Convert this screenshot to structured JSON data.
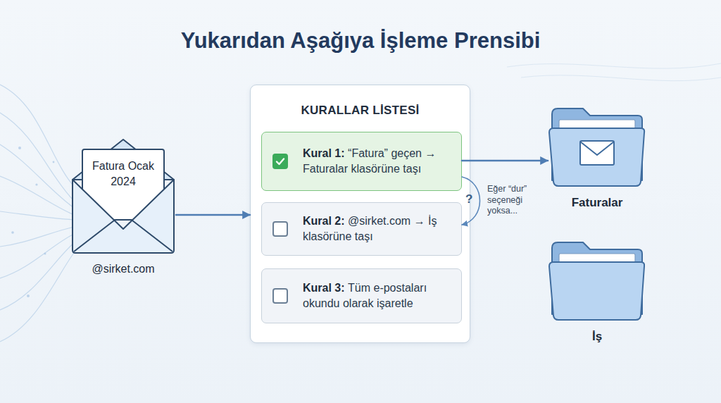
{
  "diagram": {
    "title": "Yukarıdan Aşağıya İşleme Prensibi",
    "nodes": [
      {
        "text": [
          "Fatura Ocak 2024",
          "@sirket.com"
        ]
      },
      {
        "text": [
          "KURALLAR LİSTESİ"
        ]
      },
      {
        "text": [
          "Kural 1:",
          "“Fatura” geçen → Faturalar klasörüne taşı"
        ],
        "in": 1
      },
      {
        "text": [
          "Kural 2:",
          "@sirket.com → İş klasörüne taşı"
        ],
        "in": 1
      },
      {
        "text": [
          "Kural 3:",
          "Tüm e-postaları okundu olarak işaretle"
        ],
        "in": 1
      },
      {
        "text": [
          "Faturalar"
        ]
      },
      {
        "text": [
          "İş"
        ]
      }
    ],
    "edges": [
      {
        "from": 0,
        "to": 1,
        "arrow": "to"
      },
      {
        "from": 2,
        "to": 5,
        "arrow": "to"
      },
      {
        "from": 2,
        "to": 3,
        "arrow": "to",
        "label": "Eğer “dur” seçeneği yoksa..."
      }
    ],
    "labels": [
      "?"
    ]
  }
}
